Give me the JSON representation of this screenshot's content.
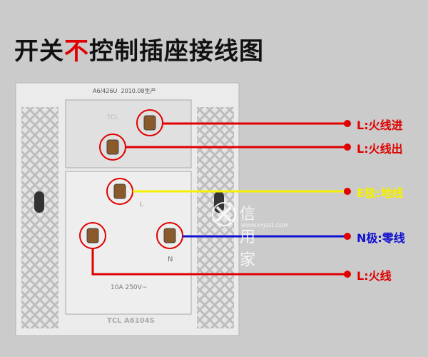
{
  "title": {
    "part1": "开关",
    "highlight": "不",
    "part2": "控制插座接线图"
  },
  "plate": {
    "model_text": "A6/426U",
    "date_text": "2010.08生产",
    "rating_text": "10A 250V~",
    "brand_bottom": "TCL A6104S",
    "brand_top": "TCL",
    "n_mark": "N",
    "l_mark": "L"
  },
  "labels": [
    {
      "text": "L:火线进",
      "color": "#e00000"
    },
    {
      "text": "L:火线出",
      "color": "#e00000"
    },
    {
      "text": "E极:地线",
      "color": "#f5f000"
    },
    {
      "text": "N极:零线",
      "color": "#1010d0"
    },
    {
      "text": "L:火线",
      "color": "#e00000"
    }
  ],
  "watermark": {
    "name": "信用家",
    "url": "WWW.XYJ321.COM"
  }
}
